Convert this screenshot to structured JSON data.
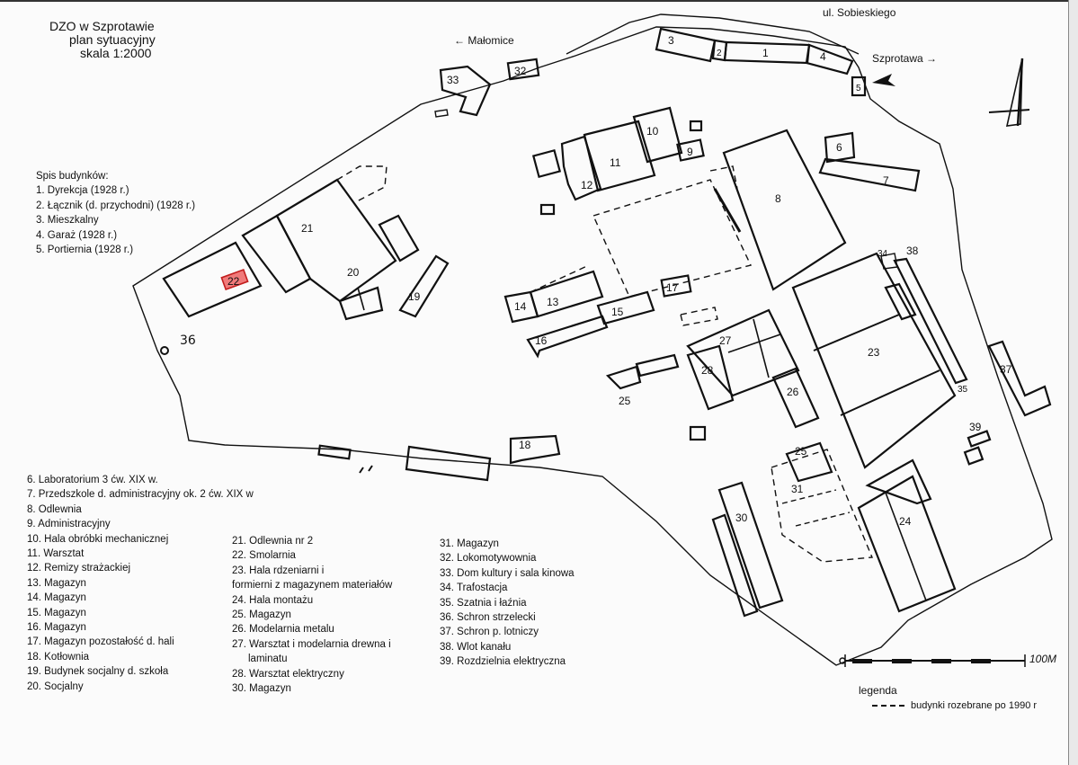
{
  "title": {
    "line1": "DZO w Szprotawie",
    "line2": "plan sytuacyjny",
    "line3": "skala 1:2000"
  },
  "directions": {
    "left": "← Małomice",
    "right": "Szprotawa →",
    "street": "ul. Sobieskiego"
  },
  "list_heading": "Spis budynków:",
  "list_a": [
    "1. Dyrekcja (1928 r.)",
    "2. Łącznik (d. przychodni) (1928 r.)",
    "3. Mieszkalny",
    "4. Garaż (1928 r.)",
    "5. Portiernia (1928 r.)"
  ],
  "list_b": [
    "6. Laboratorium 3 ćw. XIX w.",
    "7. Przedszkole d. administracyjny ok. 2 ćw. XIX w",
    "8. Odlewnia",
    "9. Administracyjny",
    "10. Hala obróbki mechanicznej",
    "11. Warsztat",
    "12. Remizy strażackiej",
    "13. Magazyn",
    "14. Magazyn",
    "15. Magazyn",
    "16. Magazyn",
    "17. Magazyn pozostałość d. hali",
    "18. Kotłownia",
    "19. Budynek socjalny d. szkoła",
    "20. Socjalny"
  ],
  "list_c": [
    "21. Odlewnia nr 2",
    "22. Smolarnia",
    "23. Hala rdzeniarni i",
    "formierni z magazynem materiałów",
    "24. Hala montażu",
    "25. Magazyn",
    "26. Modelarnia metalu",
    "27. Warsztat i modelarnia drewna i",
    "laminatu",
    "28. Warsztat elektryczny",
    "30. Magazyn"
  ],
  "list_d": [
    "31. Magazyn",
    "32. Lokomotywownia",
    "33. Dom kultury i sala kinowa",
    "34. Trafostacja",
    "35. Szatnia i łaźnia",
    "36. Schron strzelecki",
    "37. Schron p. lotniczy",
    "38. Wlot kanału",
    "39. Rozdzielnia elektryczna"
  ],
  "scale_label": "100M",
  "legend": {
    "title": "legenda",
    "dashed": "budynki rozebrane po 1990 r"
  },
  "building_labels": [
    "1",
    "2",
    "3",
    "4",
    "5",
    "6",
    "7",
    "8",
    "9",
    "10",
    "11",
    "12",
    "13",
    "14",
    "15",
    "16",
    "17",
    "18",
    "19",
    "20",
    "21",
    "22",
    "23",
    "24",
    "25",
    "25",
    "26",
    "27",
    "28",
    "30",
    "31",
    "32",
    "33",
    "34",
    "35",
    "36",
    "37",
    "38",
    "39"
  ],
  "highlight_color": "#f07a7a"
}
